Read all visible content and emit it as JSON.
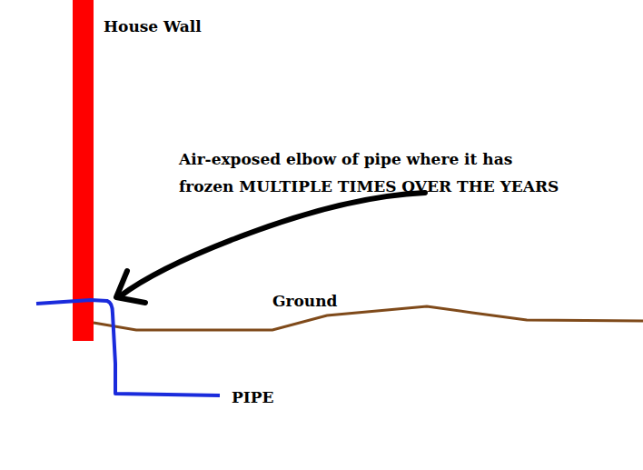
{
  "diagram": {
    "labels": [
      "House Wall",
      "Air-exposed elbow of pipe where it has frozen MULTIPLE TIMES OVER THE YEARS",
      "Ground",
      "PIPE"
    ]
  }
}
